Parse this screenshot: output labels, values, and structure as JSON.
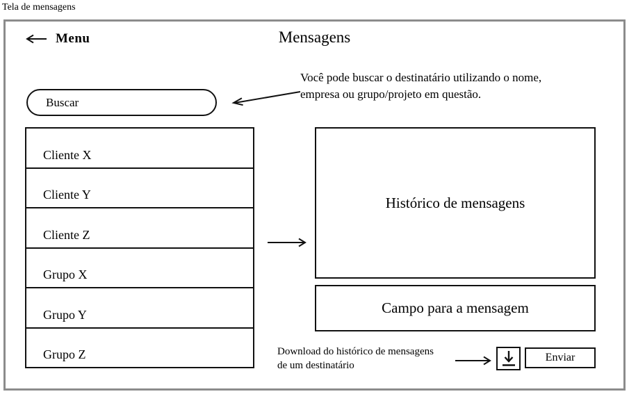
{
  "page_label": "Tela de mensagens",
  "header": {
    "back_label": "Menu",
    "title": "Mensagens"
  },
  "search": {
    "label": "Buscar",
    "annotation_line1": "Você pode buscar o destinatário utilizando o nome,",
    "annotation_line2": "empresa ou grupo/projeto em questão."
  },
  "contacts": {
    "items": [
      "Cliente X",
      "Cliente Y",
      "Cliente Z",
      "Grupo X",
      "Grupo Y",
      "Grupo Z"
    ]
  },
  "panels": {
    "history_label": "Histórico de mensagens",
    "message_field_label": "Campo para a mensagem"
  },
  "footer": {
    "download_note_line1": "Download do histórico de mensagens",
    "download_note_line2": "de um destinatário",
    "send_label": "Enviar"
  },
  "icons": {
    "back_arrow": "left-arrow",
    "annotation_arrow": "left-arrow",
    "list_arrow": "right-arrow",
    "note_arrow": "right-arrow",
    "download": "download-to-line"
  },
  "colors": {
    "frame_border": "#8c8c8c",
    "ink": "#111111",
    "background": "#ffffff"
  }
}
